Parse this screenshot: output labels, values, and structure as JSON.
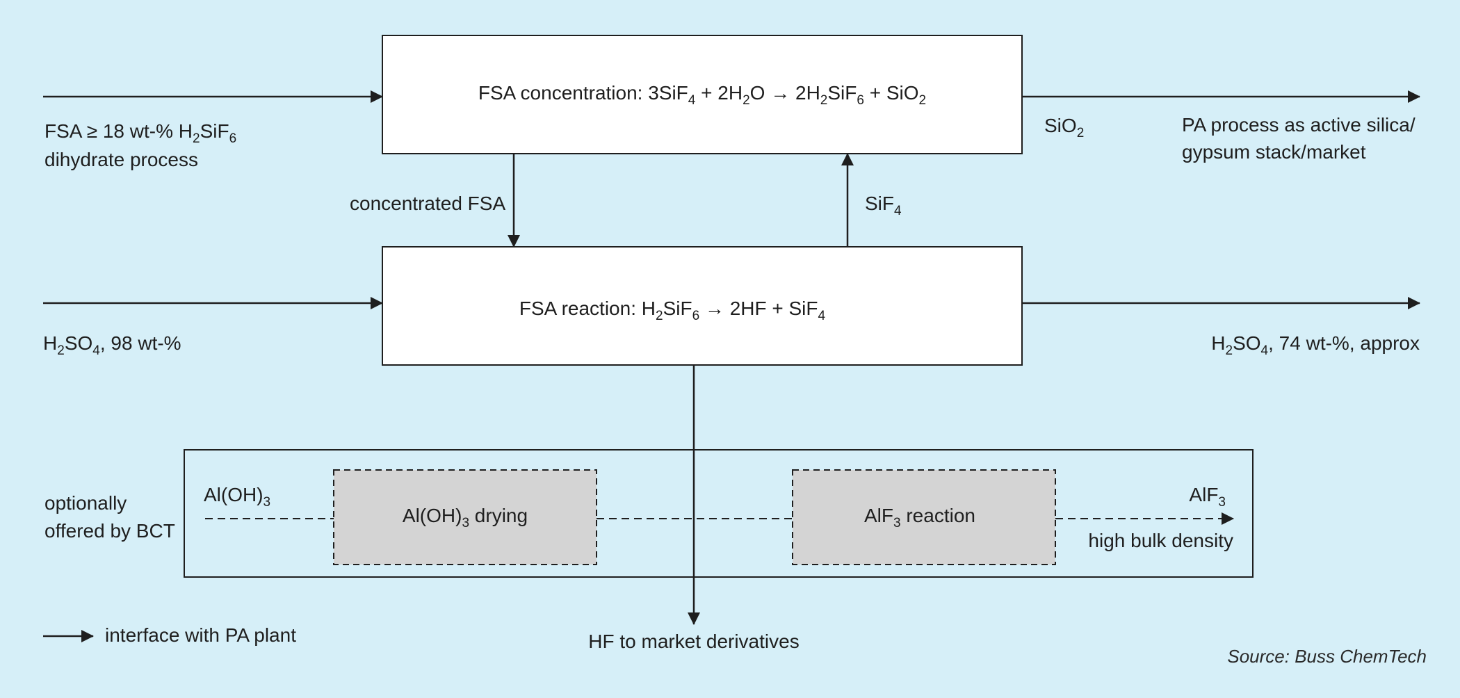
{
  "diagram": {
    "boxes": {
      "concentration": {
        "prefix": "FSA concentration: 3SiF",
        "s1": "4",
        "mid1": " + 2H",
        "s2": "2",
        "mid2": "O ",
        "arrow": "→",
        "mid3": " 2H",
        "s3": "2",
        "mid4": "SiF",
        "s4": "6",
        "mid5": " + SiO",
        "s5": "2"
      },
      "reaction": {
        "prefix": "FSA reaction: H",
        "s1": "2",
        "mid1": "SiF",
        "s2": "6",
        "mid2": " ",
        "arrow": "→",
        "mid3": " 2HF + SiF",
        "s3": "4"
      },
      "drying": {
        "prefix": "Al(OH)",
        "sub": "3",
        "suffix": " drying"
      },
      "alf3_reaction": {
        "prefix": "AlF",
        "sub": "3",
        "suffix": " reaction"
      }
    },
    "inputs": {
      "fsa_line1_prefix": "FSA ≥ 18 wt-% H",
      "fsa_line1_s1": "2",
      "fsa_line1_mid": "SiF",
      "fsa_line1_s2": "6",
      "fsa_line2": "dihydrate process",
      "h2so4_prefix": "H",
      "h2so4_s1": "2",
      "h2so4_mid": "SO",
      "h2so4_s2": "4",
      "h2so4_suffix": ", 98 wt-%"
    },
    "outputs": {
      "sio2_base": "SiO",
      "sio2_sub": "2",
      "pa_line1": "PA process as active silica/",
      "pa_line2": "gypsum stack/market",
      "h2so4_prefix": "H",
      "h2so4_s1": "2",
      "h2so4_mid": "SO",
      "h2so4_s2": "4",
      "h2so4_suffix": ", 74 wt-%, approx",
      "hf": "HF to market derivatives"
    },
    "internal": {
      "concentrated_fsa": "concentrated FSA",
      "sif4_base": "SiF",
      "sif4_sub": "4"
    },
    "optional": {
      "line1": "optionally",
      "line2": "offered by BCT",
      "aloh3_base": "Al(OH)",
      "aloh3_sub": "3",
      "alf3_base": "AlF",
      "alf3_sub": "3",
      "high_bulk": "high bulk density"
    },
    "legend": {
      "interface": "interface with PA plant"
    },
    "source": "Source: Buss ChemTech"
  },
  "colors": {
    "background": "#d6eff8",
    "box_fill": "#ffffff",
    "optional_fill": "#d4d4d4",
    "line": "#1e1e1e"
  }
}
